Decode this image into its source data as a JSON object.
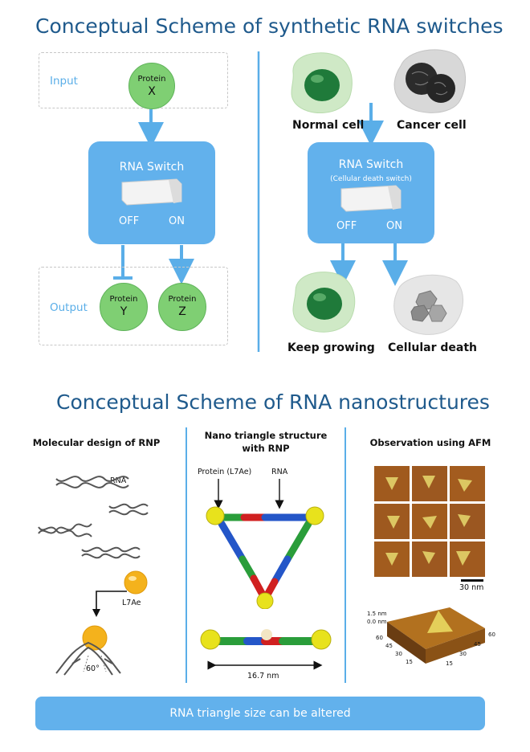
{
  "titles": {
    "switches": "Conceptual Scheme of synthetic RNA switches",
    "nanostructures": "Conceptual Scheme of RNA nanostructures"
  },
  "left_scheme": {
    "input_label": "Input",
    "output_label": "Output",
    "protein_x": {
      "top": "Protein",
      "letter": "X"
    },
    "protein_y": {
      "top": "Protein",
      "letter": "Y"
    },
    "protein_z": {
      "top": "Protein",
      "letter": "Z"
    },
    "switch_title": "RNA Switch",
    "off": "OFF",
    "on": "ON"
  },
  "right_scheme": {
    "normal_cell": "Normal cell",
    "cancer_cell": "Cancer cell",
    "switch_title": "RNA Switch",
    "switch_subtitle": "(Cellular death switch)",
    "off": "OFF",
    "on": "ON",
    "keep_growing": "Keep growing",
    "cellular_death": "Cellular death"
  },
  "nano": {
    "col1_title": "Molecular design of RNP",
    "col1_rna": "RNA",
    "col1_protein": "L7Ae",
    "col1_angle": "60°",
    "col2_title_line1": "Nano triangle structure",
    "col2_title_line2": "with RNP",
    "col2_protein": "Protein (L7Ae)",
    "col2_rna": "RNA",
    "col2_size": "16.7 nm",
    "col3_title": "Observation using AFM",
    "col3_scale": "30 nm",
    "afm_3d": {
      "z_top": "1.5 nm",
      "z_bottom": "0.0 nm",
      "left_ticks": [
        "60",
        "45",
        "30",
        "15"
      ],
      "right_ticks": [
        "60",
        "45",
        "30",
        "15"
      ]
    }
  },
  "banner": "RNA triangle size can be altered",
  "colors": {
    "title_blue": "#1f5a8c",
    "switch_blue": "#62b1ec",
    "protein_green": "#7fcf73",
    "arrow_blue": "#5aaee8"
  }
}
